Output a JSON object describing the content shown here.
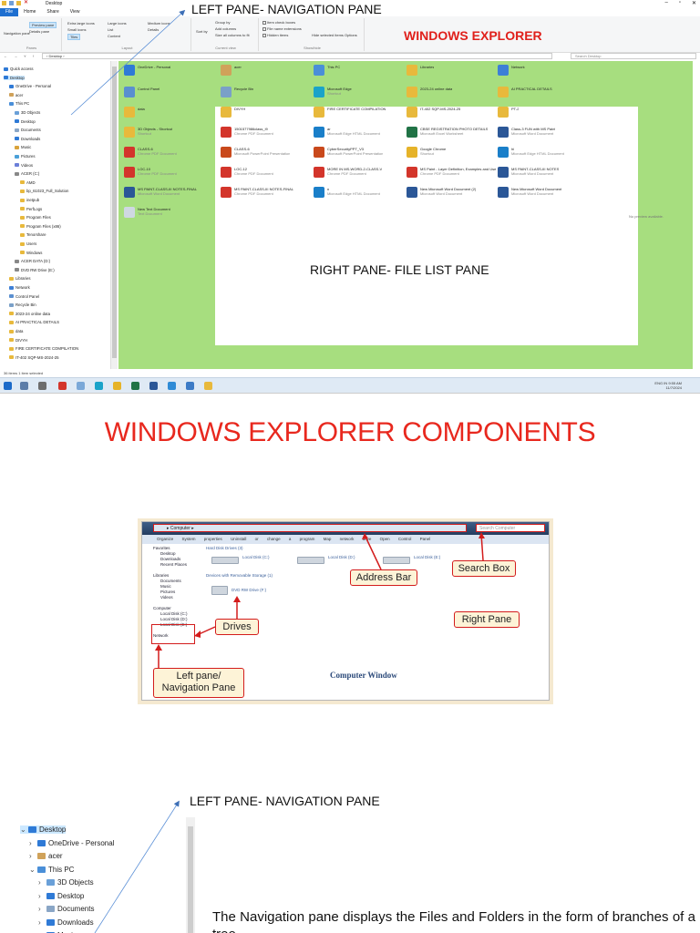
{
  "explorer": {
    "window_title": "Desktop",
    "tabs": [
      "File",
      "Home",
      "Share",
      "View"
    ],
    "ribbon": {
      "panes": {
        "navigation_pane": "Navigation pane",
        "preview_pane": "Preview pane",
        "details_pane": "Details pane",
        "label": "Panes"
      },
      "layout": {
        "items": [
          "Extra large icons",
          "Large icons",
          "Medium icons",
          "Small icons",
          "List",
          "Details",
          "Tiles",
          "Content"
        ],
        "label": "Layout"
      },
      "current_view": {
        "sort_by": "Sort by",
        "group_by": "Group by",
        "add_columns": "Add columns",
        "size_all": "Size all columns to fit",
        "label": "Current view"
      },
      "show_hide": {
        "item_check_boxes": "Item check boxes",
        "file_name_extensions": "File name extensions",
        "hidden_items": "Hidden items",
        "hide_selected": "Hide selected items",
        "options": "Options",
        "label": "Show/hide"
      }
    },
    "address": "Desktop",
    "search_placeholder": "Search Desktop",
    "nav_items": [
      "Quick access",
      "Desktop",
      "OneDrive - Personal",
      "acer",
      "This PC",
      "3D Objects",
      "Desktop",
      "Documents",
      "Downloads",
      "Music",
      "Pictures",
      "Videos",
      "ACER (C:)",
      "AMD",
      "bp_61023_Full_Solution",
      "inetpub",
      "PerfLogs",
      "Program Files",
      "Program Files (x86)",
      "Tenorshare",
      "Users",
      "Windows",
      "ACER DATA (D:)",
      "DVD RW Drive (E:)",
      "Libraries",
      "Network",
      "Control Panel",
      "Recycle Bin",
      "2023-24 online data",
      "AI PRACTICAL DETAILS",
      "data",
      "DIVYH",
      "FIRE CERTIFICATE COMPILATION",
      "IT-402 SQP-MS-2024-25"
    ],
    "files": [
      {
        "name": "OneDrive - Personal",
        "type": ""
      },
      {
        "name": "acer",
        "type": ""
      },
      {
        "name": "This PC",
        "type": ""
      },
      {
        "name": "Libraries",
        "type": ""
      },
      {
        "name": "Network",
        "type": ""
      },
      {
        "name": "Control Panel",
        "type": ""
      },
      {
        "name": "Recycle Bin",
        "type": ""
      },
      {
        "name": "Microsoft Edge",
        "type": "Shortcut"
      },
      {
        "name": "2023-24 online data",
        "type": ""
      },
      {
        "name": "AI PRACTICAL DETAILS",
        "type": ""
      },
      {
        "name": "data",
        "type": ""
      },
      {
        "name": "DIVYH",
        "type": ""
      },
      {
        "name": "FIRE CERTIFICATE COMPILATION",
        "type": ""
      },
      {
        "name": "IT-402 SQP-MS-2024-25",
        "type": ""
      },
      {
        "name": "PT-2",
        "type": ""
      },
      {
        "name": "3D Objects - Shortcut",
        "type": "Shortcut"
      },
      {
        "name": "1501577986class_i9",
        "type": "Chrome PDF Document"
      },
      {
        "name": "ar",
        "type": "Microsoft Edge HTML Document"
      },
      {
        "name": "CBSE REGISTRATION PHOTO DETAILS",
        "type": "Microsoft Excel Worksheet"
      },
      {
        "name": "Class-3 FUN with MS Paint",
        "type": "Microsoft Word Document"
      },
      {
        "name": "CLASS-6",
        "type": "Chrome PDF Document"
      },
      {
        "name": "CLASS-6",
        "type": "Microsoft PowerPoint Presentation"
      },
      {
        "name": "CyberSecurityPPT_V3",
        "type": "Microsoft PowerPoint Presentation"
      },
      {
        "name": "Google Chrome",
        "type": "Shortcut"
      },
      {
        "name": "hi",
        "type": "Microsoft Edge HTML Document"
      },
      {
        "name": "LOC-10",
        "type": "Chrome PDF Document"
      },
      {
        "name": "LOC-12",
        "type": "Chrome PDF Document"
      },
      {
        "name": "MORE IN MS-WORD-2-CLASS-V",
        "type": "Chrome PDF Document"
      },
      {
        "name": "MS Paint - Layer Definition, Examples and Uses",
        "type": "Chrome PDF Document"
      },
      {
        "name": "MS PAINT-CLASS-III NOTES",
        "type": "Microsoft Word Document"
      },
      {
        "name": "MS PAINT-CLASS-III NOTES-FINAL",
        "type": "Microsoft Word Document"
      },
      {
        "name": "MS PAINT-CLASS-III NOTES-FINAL",
        "type": "Chrome PDF Document"
      },
      {
        "name": "n",
        "type": "Microsoft Edge HTML Document"
      },
      {
        "name": "New Microsoft Word Document (2)",
        "type": "Microsoft Word Document"
      },
      {
        "name": "New Microsoft Word Document",
        "type": "Microsoft Word Document"
      },
      {
        "name": "New Text Document",
        "type": "Text Document"
      }
    ],
    "no_preview": "No preview available.",
    "status": "36 items    1 item selected",
    "clock_time": "9:55 AM",
    "clock_date": "11/7/2024",
    "clock_lang": "ENG IN",
    "annotations": {
      "left_pane": "LEFT PANE- NAVIGATION PANE",
      "windows_explorer": "WINDOWS EXPLORER",
      "right_pane": "RIGHT PANE- FILE LIST PANE"
    },
    "colors": {
      "list_pane_bg": "#a7de7f",
      "file_tab": "#1e6fd0",
      "annotation_red": "#e0201b"
    }
  },
  "heading": "WINDOWS EXPLORER COMPONENTS",
  "computer_window": {
    "address": "Computer",
    "search": "Search Computer",
    "toolbar": [
      "Organize",
      "System properties",
      "Uninstall or change a program",
      "Map network drive",
      "Open Control Panel"
    ],
    "left_items": [
      "Favorites",
      "Desktop",
      "Downloads",
      "Recent Places",
      "Libraries",
      "Documents",
      "Music",
      "Pictures",
      "Videos",
      "Computer",
      "Local Disk (C:)",
      "Local Disk (D:)",
      "Local Disk (E:)",
      "Network"
    ],
    "groups": [
      "Hard Disk Drives (3)",
      "Devices with Removable Storage (1)"
    ],
    "drives": [
      "Local Disk (C:)",
      "Local Disk (D:)",
      "Local Disk (E:)",
      "DVD RW Drive (F:)"
    ],
    "callouts": {
      "address_bar": "Address Bar",
      "search_box": "Search Box",
      "right_pane": "Right Pane",
      "drives": "Drives",
      "left_pane": "Left pane/ Navigation Pane"
    },
    "caption": "Computer Window"
  },
  "bottom": {
    "annotation": "LEFT PANE- NAVIGATION PANE",
    "nav_items": [
      "Desktop",
      "OneDrive - Personal",
      "acer",
      "This PC",
      "3D Objects",
      "Desktop",
      "Documents",
      "Downloads",
      "Music"
    ],
    "description": "The Navigation pane displays the Files and Folders in the form of branches of a tree."
  }
}
